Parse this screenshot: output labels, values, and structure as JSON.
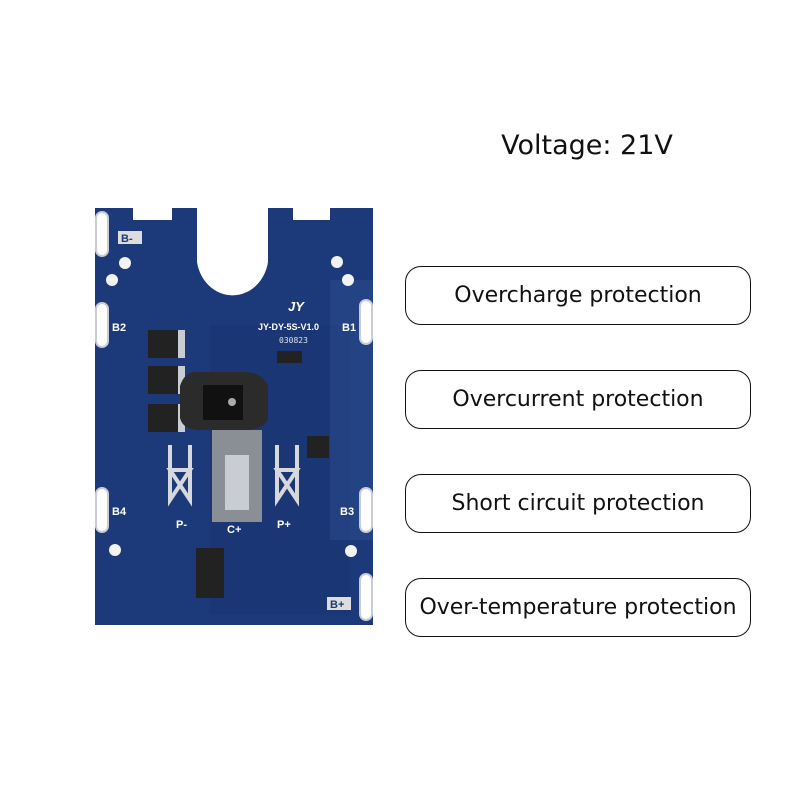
{
  "heading": "Voltage: 21V",
  "features": [
    "Overcharge protection",
    "Overcurrent protection",
    "Short circuit protection",
    "Over-temperature protection"
  ],
  "pcb": {
    "logo": "JY",
    "model": "JY-DY-5S-V1.0",
    "code": "030823",
    "pads": {
      "b_minus": "B-",
      "b1": "B1",
      "b2": "B2",
      "b3": "B3",
      "b4": "B4",
      "b_plus": "B+",
      "p_minus": "P-",
      "c_plus": "C+",
      "p_plus": "P+"
    }
  },
  "colors": {
    "board": "#1c3a7a",
    "board_dark": "#14295c",
    "pad": "#c9ccd2"
  }
}
